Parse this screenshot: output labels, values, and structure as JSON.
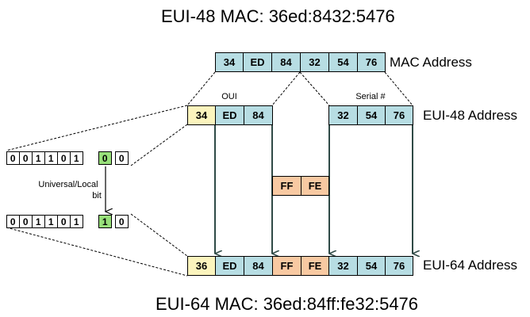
{
  "title_top": "EUI-48 MAC: 36ed:8432:5476",
  "title_bottom": "EUI-64 MAC: 36ed:84ff:fe32:5476",
  "labels": {
    "mac_address": "MAC Address",
    "eui48_address": "EUI-48 Address",
    "eui64_address": "EUI-64 Address",
    "oui": "OUI",
    "serial": "Serial #",
    "ul_line1": "Universal/Local",
    "ul_line2": "bit"
  },
  "mac_bytes": [
    "34",
    "ED",
    "84",
    "32",
    "54",
    "76"
  ],
  "eui48_oui": [
    "34",
    "ED",
    "84"
  ],
  "eui48_serial": [
    "32",
    "54",
    "76"
  ],
  "filler": [
    "FF",
    "FE"
  ],
  "eui64_bytes": [
    "36",
    "ED",
    "84",
    "FF",
    "FE",
    "32",
    "54",
    "76"
  ],
  "bits_before": [
    "0",
    "0",
    "1",
    "1",
    "0",
    "1",
    "0",
    "0"
  ],
  "bits_after": [
    "0",
    "0",
    "1",
    "1",
    "0",
    "1",
    "1",
    "0"
  ],
  "colors": {
    "byte_fill": "#b7dde3",
    "first_byte_fill": "#fbf4bd",
    "filler_fill": "#f8c9a2",
    "flip_bit_fill": "#98e07a",
    "arrow": "#2f4a46"
  }
}
